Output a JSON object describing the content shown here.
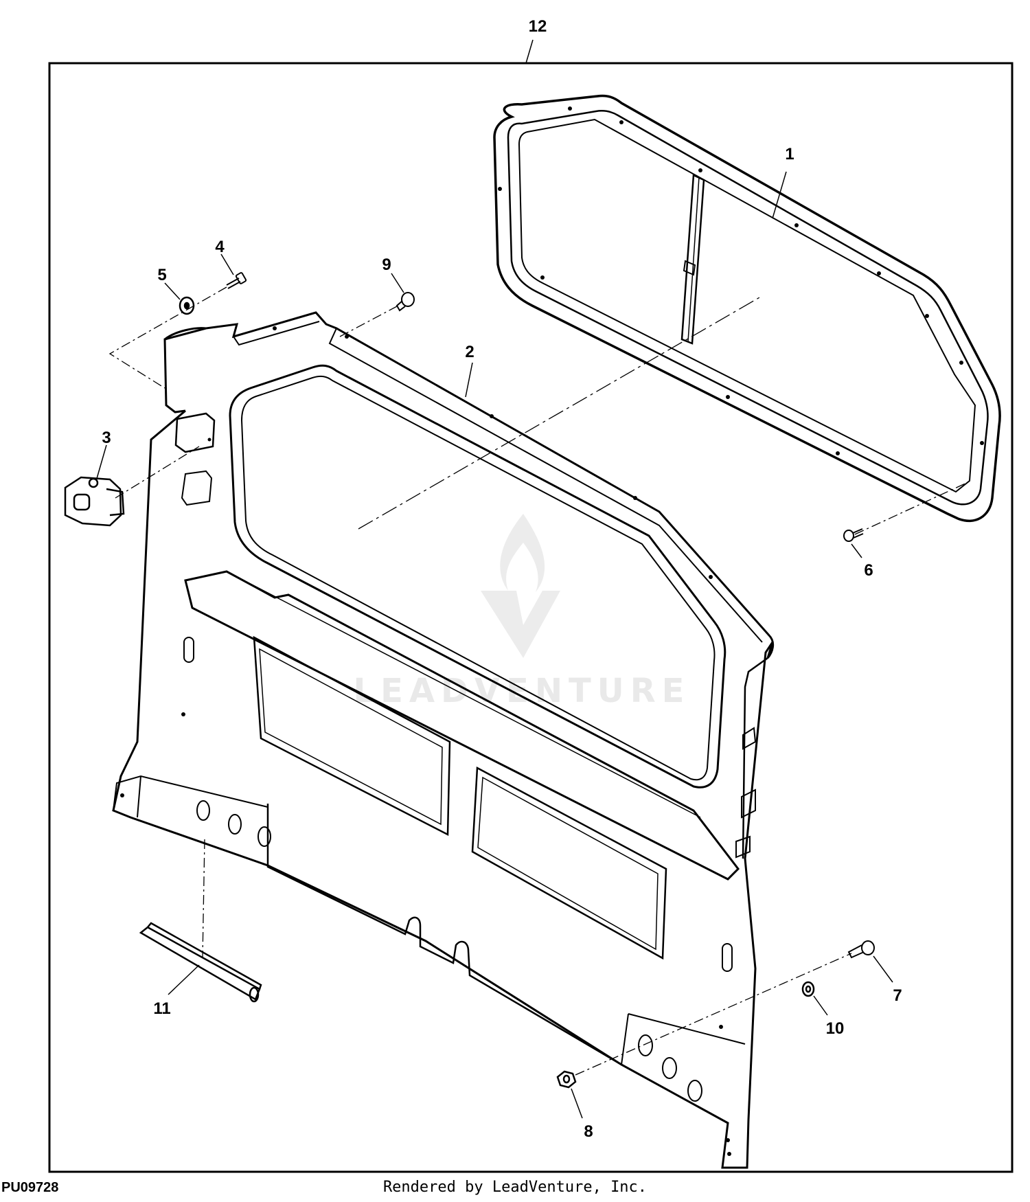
{
  "figure_id": "PU09728",
  "credit": "Rendered by LeadVenture, Inc.",
  "watermark": "LEADVENTURE",
  "callouts": [
    {
      "id": "12",
      "label": "12"
    },
    {
      "id": "1",
      "label": "1"
    },
    {
      "id": "2",
      "label": "2"
    },
    {
      "id": "3",
      "label": "3"
    },
    {
      "id": "4",
      "label": "4"
    },
    {
      "id": "5",
      "label": "5"
    },
    {
      "id": "6",
      "label": "6"
    },
    {
      "id": "7",
      "label": "7"
    },
    {
      "id": "8",
      "label": "8"
    },
    {
      "id": "9",
      "label": "9"
    },
    {
      "id": "10",
      "label": "10"
    },
    {
      "id": "11",
      "label": "11"
    }
  ]
}
